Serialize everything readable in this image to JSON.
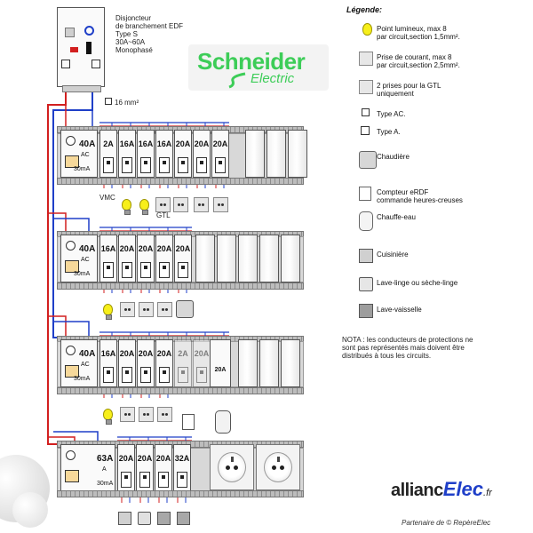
{
  "edf": {
    "lines": [
      "Disjoncteur",
      "de branchement EDF",
      "Type S",
      "30A~60A",
      "Monophasé"
    ]
  },
  "cable_note": "16 mm²",
  "logo": {
    "brand": "Schneider",
    "sub": "Electric",
    "color": "#3dcd58"
  },
  "rows": [
    {
      "diff": {
        "rating": "40A",
        "type": "AC",
        "sens": "30mA"
      },
      "breakers": [
        "2A",
        "16A",
        "16A",
        "16A",
        "20A",
        "20A",
        "20A"
      ],
      "labels": {
        "vmc": "VMC",
        "gtl": "GTL"
      }
    },
    {
      "diff": {
        "rating": "40A",
        "type": "AC",
        "sens": "30mA"
      },
      "breakers": [
        "16A",
        "20A",
        "20A",
        "20A",
        "20A"
      ]
    },
    {
      "diff": {
        "rating": "40A",
        "type": "AC",
        "sens": "30mA"
      },
      "breakers": [
        "16A",
        "20A",
        "20A",
        "20A",
        "2A",
        "20A"
      ],
      "special": "20A"
    },
    {
      "diff": {
        "rating": "63A",
        "type": "A",
        "sens": "30mA"
      },
      "breakers": [
        "20A",
        "20A",
        "20A",
        "32A"
      ]
    }
  ],
  "legend": {
    "title": "Légende:",
    "items": [
      {
        "icon": "bulb",
        "lines": [
          "Point lumineux, max 8",
          "par circuit,section 1,5mm²."
        ]
      },
      {
        "icon": "socket",
        "lines": [
          "Prise de courant, max 8",
          "par circuit,section 2,5mm²."
        ]
      },
      {
        "icon": "socket",
        "lines": [
          "2 prises pour la GTL",
          "uniquement"
        ]
      },
      {
        "icon": "type-ac",
        "lines": [
          "Type AC."
        ]
      },
      {
        "icon": "type-a",
        "lines": [
          "Type A."
        ]
      },
      {
        "icon": "boiler",
        "lines": [
          "Chaudière"
        ]
      },
      {
        "icon": "meter",
        "lines": [
          "Compteur eRDF",
          "commande heures-creuses"
        ]
      },
      {
        "icon": "water-heater",
        "lines": [
          "Chauffe-eau"
        ]
      },
      {
        "icon": "cooker",
        "lines": [
          "Cuisinière"
        ]
      },
      {
        "icon": "washer",
        "lines": [
          "Lave-linge ou sèche-linge"
        ]
      },
      {
        "icon": "dishwasher",
        "lines": [
          "Lave-vaisselle"
        ]
      }
    ],
    "note": [
      "NOTA : les conducteurs de protections ne",
      "sont pas représentés mais doivent être",
      "distribués à tous les circuits."
    ]
  },
  "footer": {
    "brand_a": "allianc",
    "brand_b": "Elec",
    "brand_tld": ".fr",
    "tagline": "Partenaire de © RepèreElec"
  },
  "colors": {
    "phase": "#d21f1f",
    "neutral": "#1f3fc8"
  }
}
